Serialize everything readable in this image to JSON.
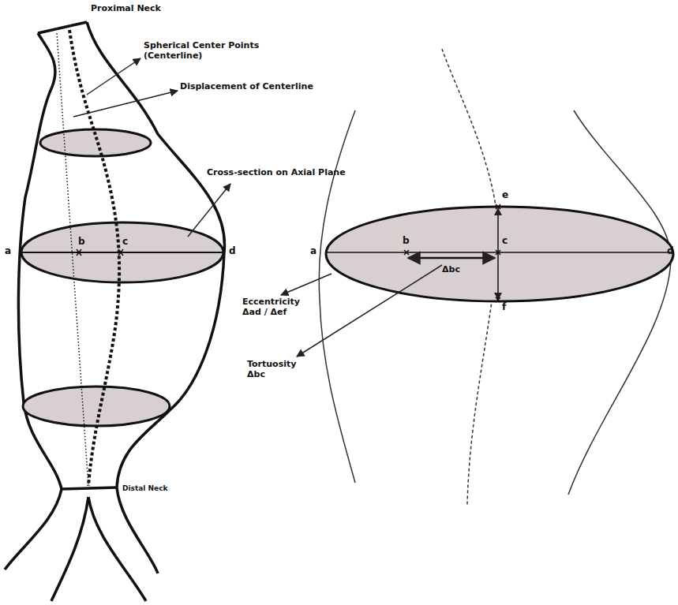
{
  "diagram": {
    "labels": [
      "Proximal Neck",
      "Spherical Center Points (Centerline)",
      "Displacement of Centerline",
      "Cross-section on Axial Plane",
      "a",
      "b",
      "c",
      "d",
      "Distal Neck",
      "a",
      "b",
      "c",
      "d",
      "e",
      "f",
      "Δbc",
      "Eccentricity Δad / Δef",
      "Tortuosity Δbc"
    ]
  }
}
